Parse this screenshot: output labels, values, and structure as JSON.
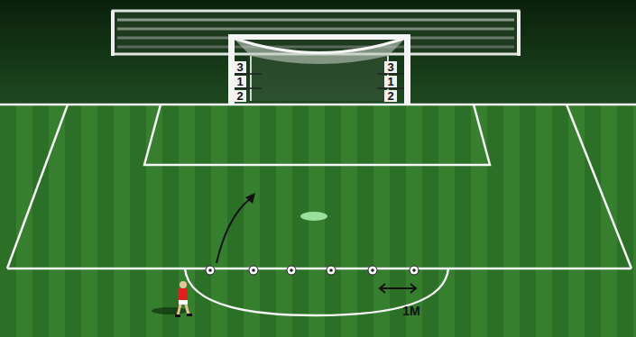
{
  "diagram": {
    "labels": [
      "3",
      "1",
      "2",
      "3",
      "1",
      "2",
      "1M"
    ]
  }
}
